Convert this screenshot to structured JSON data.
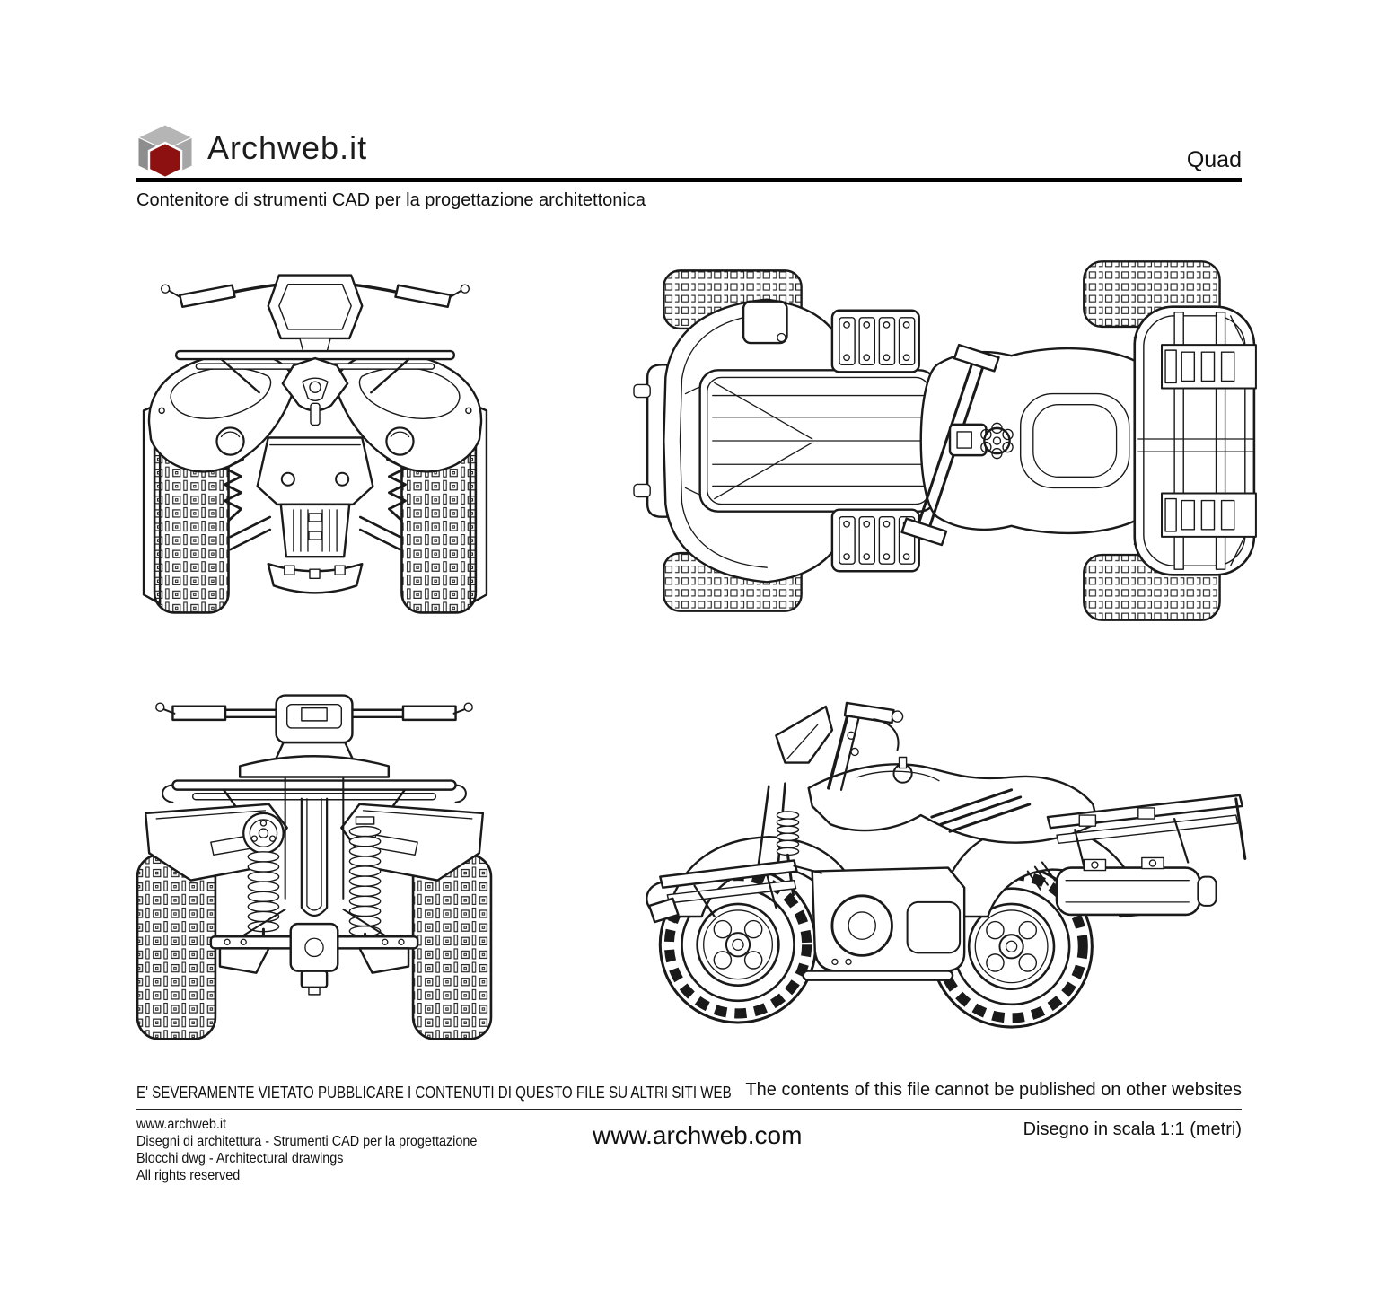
{
  "header": {
    "brand": "Archweb.it",
    "page_label": "Quad",
    "subtitle": "Contenitore di strumenti CAD per la progettazione architettonica"
  },
  "drawings": {
    "front_view": "Quad front view technical drawing",
    "top_view": "Quad top (plan) view technical drawing",
    "rear_view": "Quad rear view technical drawing",
    "side_view": "Quad side view technical drawing"
  },
  "footer": {
    "disclaimer_it": "E' SEVERAMENTE VIETATO PUBBLICARE I CONTENUTI DI QUESTO FILE SU ALTRI SITI WEB",
    "disclaimer_en": "The contents of this file cannot be published on other websites",
    "info_lines": [
      "www.archweb.it",
      "Disegni di architettura - Strumenti CAD  per la progettazione",
      "Blocchi dwg - Architectural drawings",
      "All rights reserved"
    ],
    "center_url": "www.archweb.com",
    "scale_note": "Disegno in scala 1:1 (metri)"
  },
  "colors": {
    "line": "#1a1a1a",
    "rule": "#000000",
    "logo_red": "#8e1111",
    "logo_gray_top": "#b5b5b5",
    "logo_gray_left": "#8d8d8d",
    "logo_gray_right": "#a6a6a6"
  }
}
